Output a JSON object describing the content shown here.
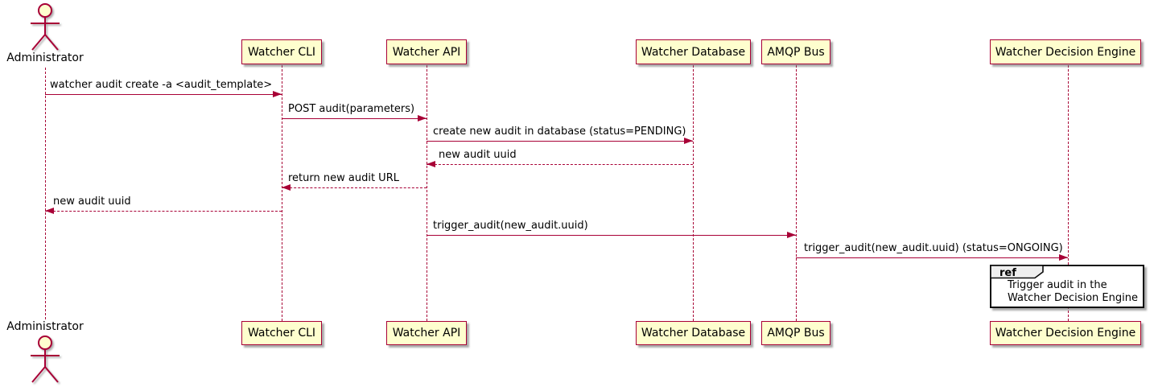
{
  "diagram": {
    "kind": "sequence-diagram",
    "colors": {
      "participant_fill": "#FEFECE",
      "participant_border": "#A80036",
      "message_line": "#A80036",
      "text": "#000000",
      "ref_border": "#0C0C0C",
      "ref_fill": "#FFFFFF",
      "ref_tab_fill": "#EEEEEE"
    },
    "actor": {
      "name": "Administrator"
    },
    "participants": [
      {
        "label": "Watcher CLI"
      },
      {
        "label": "Watcher API"
      },
      {
        "label": "Watcher Database"
      },
      {
        "label": "AMQP Bus"
      },
      {
        "label": "Watcher Decision Engine"
      }
    ],
    "messages": [
      {
        "from": "Administrator",
        "to": "Watcher CLI",
        "style": "solid",
        "text": "watcher audit create -a <audit_template>"
      },
      {
        "from": "Watcher CLI",
        "to": "Watcher API",
        "style": "solid",
        "text": "POST audit(parameters)"
      },
      {
        "from": "Watcher API",
        "to": "Watcher Database",
        "style": "solid",
        "text": "create new audit in database (status=PENDING)"
      },
      {
        "from": "Watcher Database",
        "to": "Watcher API",
        "style": "dashed",
        "text": "new audit uuid"
      },
      {
        "from": "Watcher API",
        "to": "Watcher CLI",
        "style": "dashed",
        "text": "return new audit URL"
      },
      {
        "from": "Watcher CLI",
        "to": "Administrator",
        "style": "dashed",
        "text": "new audit uuid"
      },
      {
        "from": "Watcher API",
        "to": "AMQP Bus",
        "style": "solid",
        "text": "trigger_audit(new_audit.uuid)"
      },
      {
        "from": "AMQP Bus",
        "to": "Watcher Decision Engine",
        "style": "solid",
        "text": "trigger_audit(new_audit.uuid) (status=ONGOING)"
      }
    ],
    "ref": {
      "keyword": "ref",
      "lines": [
        "Trigger audit in the",
        "Watcher Decision Engine"
      ]
    }
  }
}
